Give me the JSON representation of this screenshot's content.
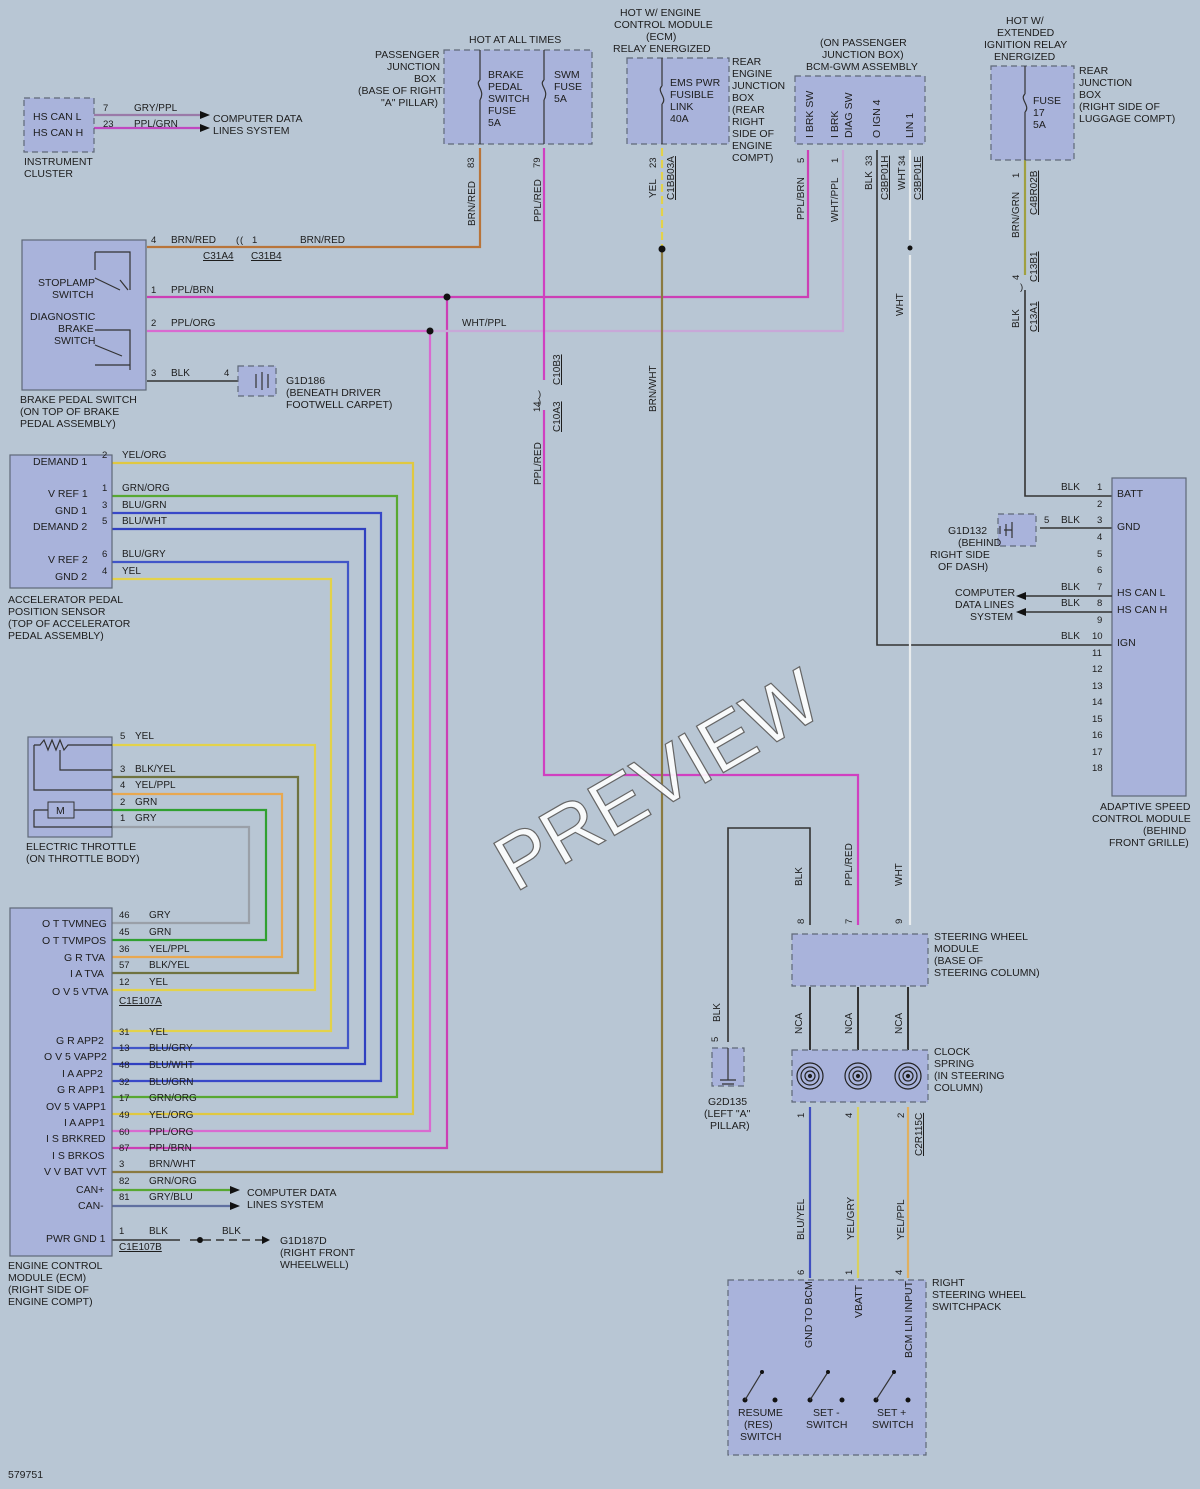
{
  "diagram_id": "579751",
  "watermark": "PREVIEW",
  "colors": {
    "background": "#b8c6d4",
    "module_fill": "#a9b3db",
    "brn_red": "#b8743a",
    "ppl_brn": "#cc3fb5",
    "ppl_org": "#d96ad0",
    "wht_ppl": "#c8a8d8",
    "ppl_red": "#d040c0",
    "yel": "#e3d24a",
    "grn_org": "#58a832",
    "blu_grn": "#3848c8",
    "blu_wht": "#3040c0",
    "blu_gry": "#4055c8",
    "blk_yel": "#6f7340",
    "yel_ppl": "#e8a850",
    "grn": "#30a030",
    "gry": "#9aa0a8",
    "brn_wht": "#8a7a40",
    "wht": "#e8ecee",
    "blk": "#2a2a2a"
  },
  "modules": {
    "instrument_cluster": {
      "name": [
        "INSTRUMENT",
        "CLUSTER"
      ],
      "pins": [
        "HS CAN L",
        "HS CAN H"
      ]
    },
    "brake_pedal_switch": {
      "name": [
        "BRAKE PEDAL SWITCH",
        "(ON TOP OF BRAKE",
        "PEDAL ASSEMBLY)"
      ],
      "stoplamp": [
        "STOPLAMP",
        "SWITCH"
      ],
      "diagnostic": [
        "DIAGNOSTIC",
        "BRAKE",
        "SWITCH"
      ]
    },
    "accel_pedal_sensor": {
      "name": [
        "ACCELERATOR PEDAL",
        "POSITION SENSOR",
        "(TOP OF ACCELERATOR",
        "PEDAL ASSEMBLY)"
      ],
      "pins": [
        "DEMAND 1",
        "V REF 1",
        "GND 1",
        "DEMAND 2",
        "V REF 2",
        "GND 2"
      ]
    },
    "electric_throttle": {
      "name": [
        "ELECTRIC THROTTLE",
        "(ON THROTTLE BODY)"
      ],
      "motor": "M"
    },
    "ecm": {
      "name": [
        "ENGINE CONTROL",
        "MODULE (ECM)",
        "(RIGHT SIDE OF",
        "ENGINE COMPT)"
      ],
      "pins": [
        "O T TVMNEG",
        "O T TVMPOS",
        "G R TVA",
        "I A TVA",
        "O V 5 VTVA",
        "G R APP2",
        "O V 5 VAPP2",
        "I A APP2",
        "G R APP1",
        "OV 5 VAPP1",
        "I A APP1",
        "I S BRKRED",
        "I S BRKOS",
        "V V BAT VVT",
        "CAN+",
        "CAN-",
        "PWR GND 1"
      ]
    },
    "pjb": {
      "name": [
        "PASSENGER",
        "JUNCTION",
        "BOX",
        "(BASE OF RIGHT",
        "\"A\" PILLAR)"
      ],
      "hot": "HOT AT ALL TIMES",
      "fuse1": [
        "BRAKE",
        "PEDAL",
        "SWITCH",
        "FUSE",
        "5A"
      ],
      "fuse2": [
        "SWM",
        "FUSE",
        "5A"
      ]
    },
    "rejb": {
      "hot": [
        "HOT W/ ENGINE",
        "CONTROL MODULE",
        "(ECM)",
        "RELAY ENERGIZED"
      ],
      "fuse": [
        "EMS PWR",
        "FUSIBLE",
        "LINK",
        "40A"
      ],
      "name": [
        "REAR",
        "ENGINE",
        "JUNCTION",
        "BOX",
        "(REAR",
        "RIGHT",
        "SIDE OF",
        "ENGINE",
        "COMPT)"
      ]
    },
    "bcm": {
      "name": [
        "(ON PASSENGER",
        "JUNCTION BOX)",
        "BCM-GWM ASSEMBLY"
      ],
      "pins": [
        "I BRK SW",
        "I BRK DIAG SW",
        "O IGN 4",
        "LIN 1"
      ]
    },
    "rjb": {
      "hot": [
        "HOT W/",
        "EXTENDED",
        "IGNITION RELAY",
        "ENERGIZED"
      ],
      "fuse": [
        "FUSE",
        "17",
        "5A"
      ],
      "name": [
        "REAR",
        "JUNCTION",
        "BOX",
        "(RIGHT SIDE OF",
        "LUGGAGE COMPT)"
      ]
    },
    "ascm": {
      "name": [
        "ADAPTIVE SPEED",
        "CONTROL MODULE",
        "(BEHIND",
        "FRONT GRILLE)"
      ],
      "pin_labels": [
        "BATT",
        "GND",
        "HS CAN L",
        "HS CAN H",
        "IGN"
      ]
    },
    "swm": {
      "name": [
        "STEERING WHEEL",
        "MODULE",
        "(BASE OF",
        "STEERING COLUMN)"
      ]
    },
    "clock_spring": {
      "name": [
        "CLOCK",
        "SPRING",
        "(IN STEERING",
        "COLUMN)"
      ]
    },
    "switchpack": {
      "name": [
        "RIGHT",
        "STEERING WHEEL",
        "SWITCHPACK"
      ],
      "pins": [
        "GND TO BCM",
        "VBATT",
        "BCM LIN INPUT"
      ],
      "switches": [
        [
          "RESUME",
          "(RES)",
          "SWITCH"
        ],
        [
          "SET -",
          "SWITCH"
        ],
        [
          "SET +",
          "SWITCH"
        ]
      ]
    }
  },
  "grounds": {
    "g1d186": [
      "G1D186",
      "(BENEATH DRIVER",
      "FOOTWELL CARPET)"
    ],
    "g1d132": [
      "G1D132",
      "(BEHIND",
      "RIGHT SIDE",
      "OF DASH)"
    ],
    "g2d135": [
      "G2D135",
      "(LEFT \"A\"",
      "PILLAR)"
    ],
    "g1d187d": [
      "G1D187D",
      "(RIGHT FRONT",
      "WHEELWELL)"
    ]
  },
  "computer_data": [
    "COMPUTER DATA",
    "LINES SYSTEM"
  ],
  "computer_data_r": [
    "COMPUTER",
    "DATA LINES",
    "SYSTEM"
  ],
  "connectors": [
    "C31A4",
    "C31B4",
    "C10B3",
    "C10A3",
    "C1BB03A",
    "C3BP01H",
    "C3BP01E",
    "C4BR02B",
    "C13B1",
    "C13A1",
    "C1E107A",
    "C1E107B",
    "C2R115C"
  ],
  "wire_colors": [
    "GRY/PPL",
    "PPL/GRN",
    "BRN/RED",
    "PPL/BRN",
    "PPL/ORG",
    "WHT/PPL",
    "BLK",
    "YEL/ORG",
    "GRN/ORG",
    "BLU/GRN",
    "BLU/WHT",
    "BLU/GRY",
    "YEL",
    "BLK/YEL",
    "YEL/PPL",
    "GRN",
    "GRY",
    "PPL/RED",
    "BRN/WHT",
    "WHT",
    "BRN/GRN",
    "GRY/BLU",
    "NCA",
    "BLU/YEL",
    "YEL/GRY"
  ]
}
